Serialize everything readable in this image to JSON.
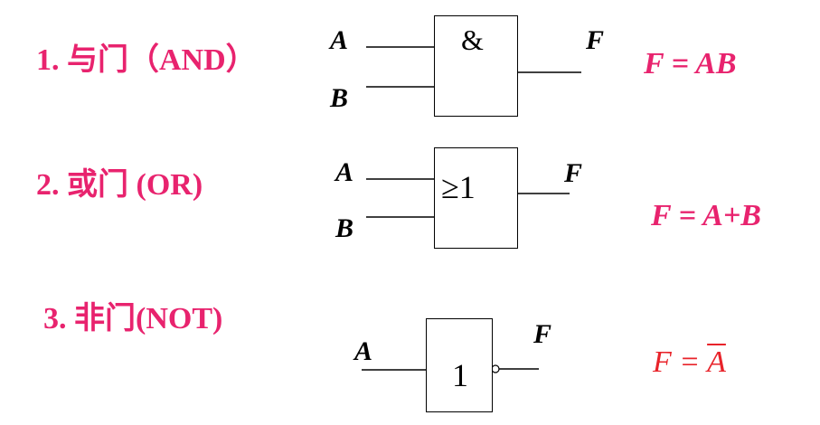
{
  "gates": [
    {
      "title": "1. 与门（AND）",
      "inputs": [
        "A",
        "B"
      ],
      "output": "F",
      "symbol": "&",
      "formula_lhs": "F = ",
      "formula_rhs": "AB"
    },
    {
      "title": "2.  或门  (OR)",
      "inputs": [
        "A",
        "B"
      ],
      "output": "F",
      "symbol": "≥1",
      "formula_lhs": "F = ",
      "formula_rhs": "A+B"
    },
    {
      "title": "3. 非门(NOT)",
      "inputs": [
        "A"
      ],
      "output": "F",
      "symbol": "1",
      "formula_lhs": "F = ",
      "formula_rhs": "A"
    }
  ],
  "colors": {
    "title": "#e8236e",
    "formula": "#e8236e",
    "not_formula": "#e8232a",
    "line": "#000000"
  }
}
